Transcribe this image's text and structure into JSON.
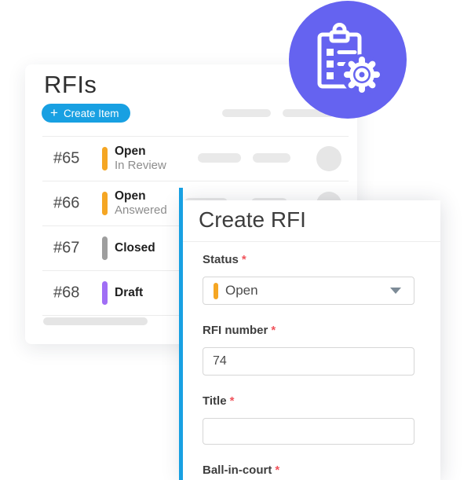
{
  "rfis_card": {
    "title": "RFIs",
    "create_button": {
      "label": "Create Item",
      "icon_glyph": "+",
      "color": "#18A0E2"
    },
    "rows": [
      {
        "number": "#65",
        "status": "Open",
        "substatus": "In Review",
        "status_color": "#F5A623"
      },
      {
        "number": "#66",
        "status": "Open",
        "substatus": "Answered",
        "status_color": "#F5A623"
      },
      {
        "number": "#67",
        "status": "Closed",
        "substatus": "",
        "status_color": "#9E9E9E"
      },
      {
        "number": "#68",
        "status": "Draft",
        "substatus": "",
        "status_color": "#A06EF5"
      }
    ]
  },
  "create_rfi_card": {
    "title": "Create RFI",
    "accent_color": "#18A0E2",
    "required_mark": "*",
    "required_color": "#F0545C",
    "fields": {
      "status": {
        "label": "Status",
        "value": "Open",
        "value_status_color": "#F5A623"
      },
      "rfi_number": {
        "label": "RFI number",
        "value": "74"
      },
      "title": {
        "label": "Title",
        "value": ""
      },
      "ball_in_court": {
        "label": "Ball-in-court"
      }
    }
  },
  "badge": {
    "bg": "#6563F0"
  }
}
